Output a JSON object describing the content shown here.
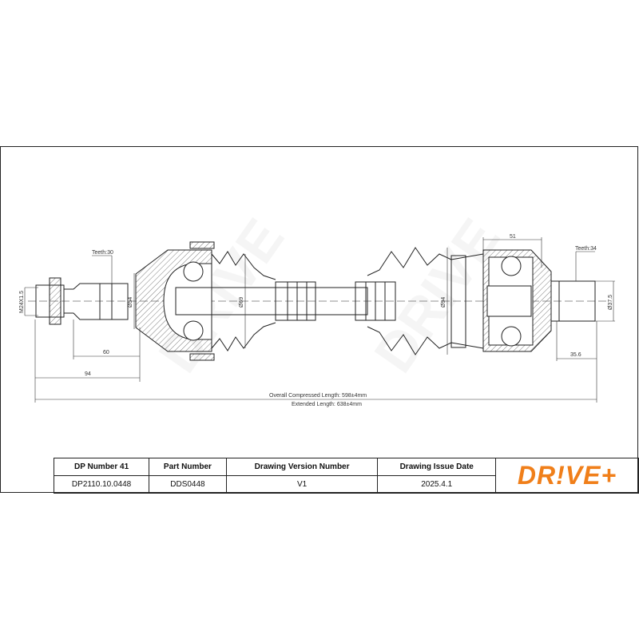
{
  "drawing": {
    "teeth_left": "Teeth:30",
    "teeth_right": "Teeth:34",
    "thread": "M24X1.5",
    "dia_54": "Ø54",
    "dia_69": "Ø69",
    "dia_94": "Ø94",
    "dia_37_5": "Ø37.5",
    "dim_60": "60",
    "dim_94": "94",
    "dim_51": "51",
    "dim_35_6": "35.6",
    "overall_length": "Overall  Compressed  Length: 598±4mm",
    "extended_length": "Extended  Length: 638±4mm"
  },
  "table": {
    "headers": [
      "DP Number 41",
      "Part Number",
      "Drawing Version Number",
      "Drawing Issue Date"
    ],
    "values": [
      "DP2110.10.0448",
      "DDS0448",
      "V1",
      "2025.4.1"
    ]
  },
  "logo": {
    "text": "DR!VE+",
    "color": "#f07f1a"
  }
}
